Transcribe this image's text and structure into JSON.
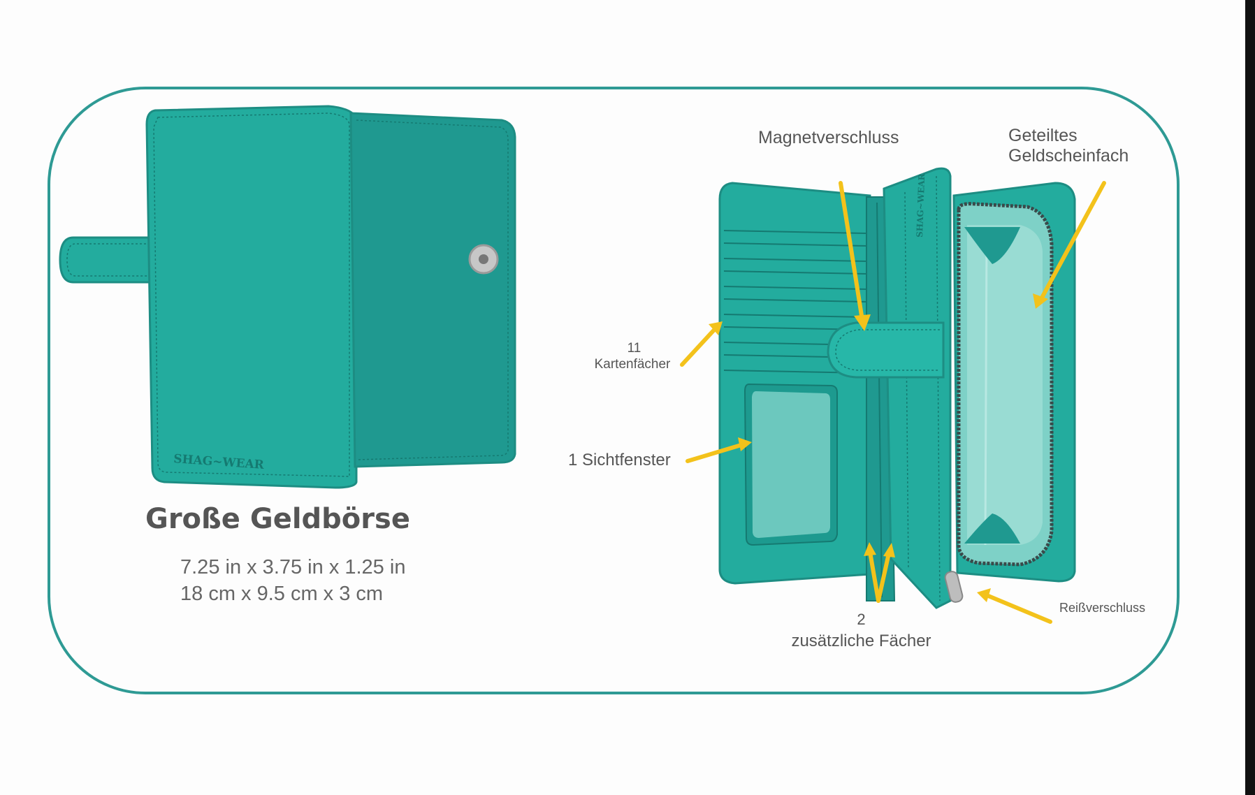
{
  "product": {
    "title": "Große Geldbörse",
    "dimensions_in": "7.25 in x 3.75 in x 1.25 in",
    "dimensions_cm": "18 cm x  9.5 cm x 3 cm",
    "brand_logo_text": "SHAG-WEAR"
  },
  "labels": {
    "magnet": "Magnetverschluss",
    "split_bill_line1": "Geteiltes",
    "split_bill_line2": "Geldscheinfach",
    "cards_count": "11",
    "cards_label": "Kartenfächer",
    "window": "1 Sichtfenster",
    "extra_count": "2",
    "extra_label": "zusätzliche Fächer",
    "zipper": "Reißverschluss"
  },
  "colors": {
    "frame": "#2e9a94",
    "wallet_teal": "#23ac9e",
    "wallet_dark": "#1f9990",
    "window": "#6cc8be",
    "arrow": "#f3c21b",
    "text": "#555555"
  }
}
